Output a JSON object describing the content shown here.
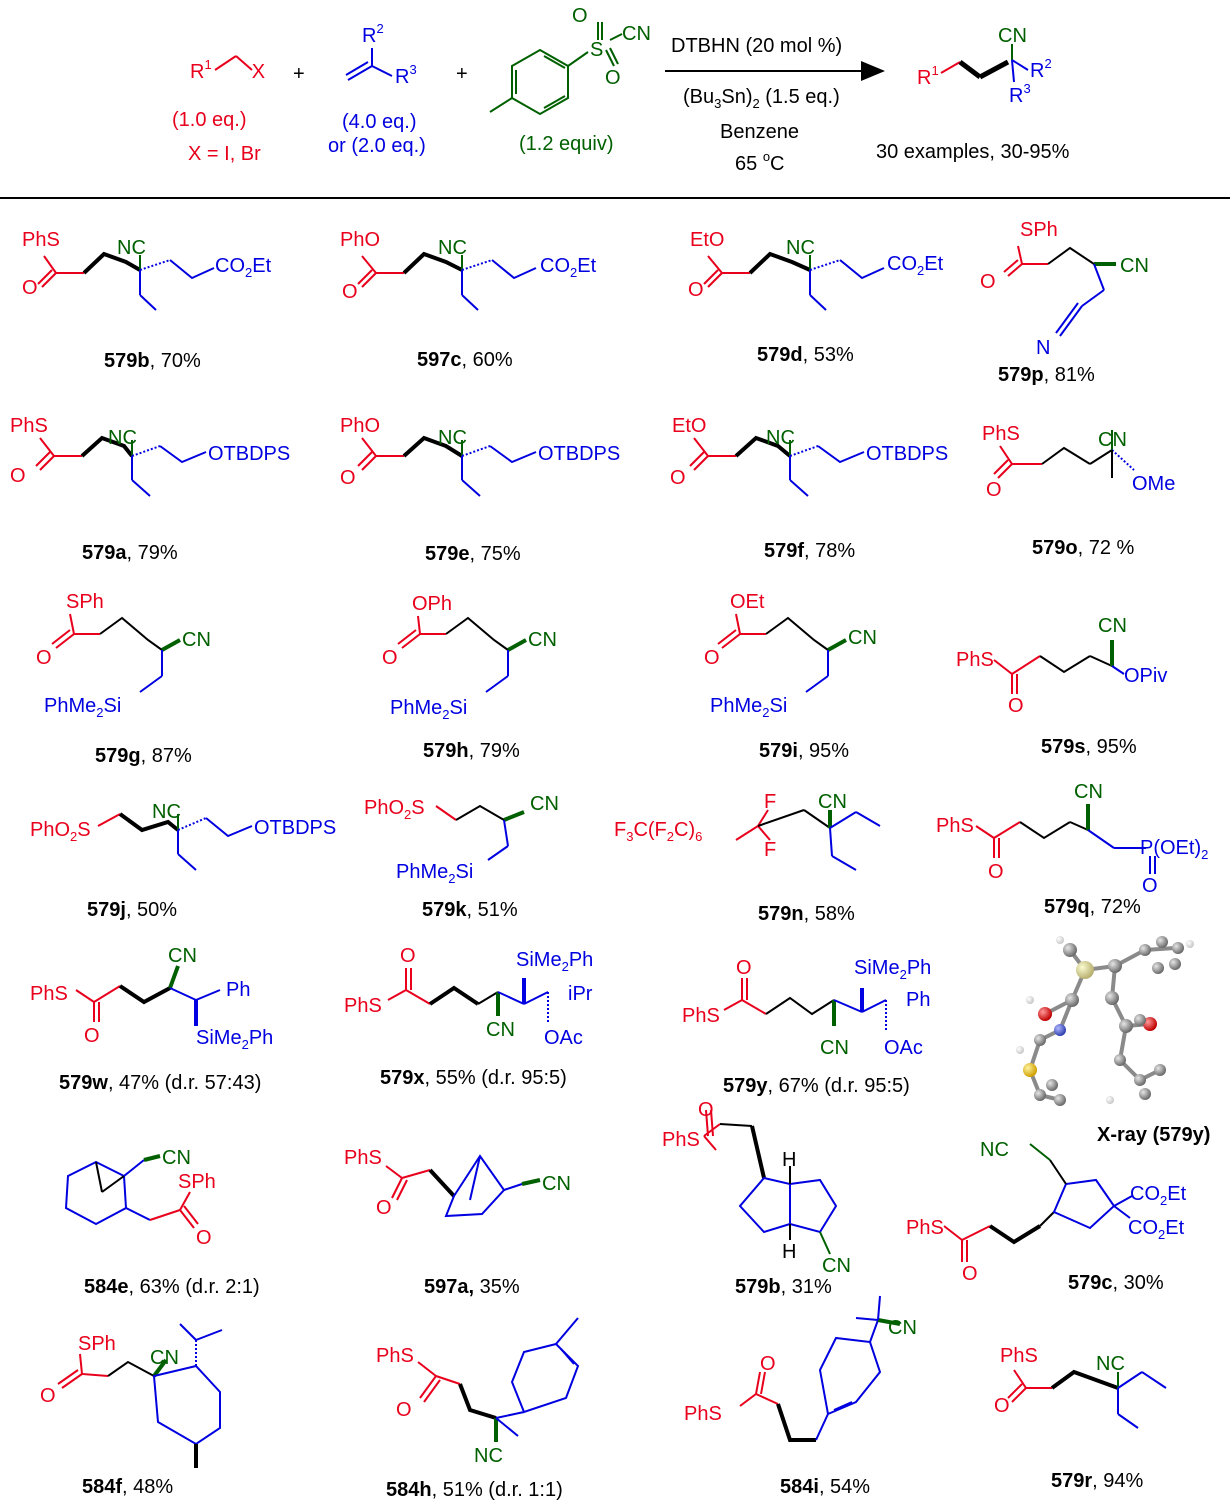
{
  "scheme": {
    "reactant1": {
      "structure": "R1CH2X",
      "eq": "(1.0 eq.)",
      "x": "X = I, Br"
    },
    "plus": "+",
    "reactant2": {
      "structure": "CH2=C(R2)(R3)",
      "eq": "(4.0 eq.)",
      "alt": "or (2.0 eq.)"
    },
    "reactant3": {
      "structure": "p-TolSO2CN",
      "equiv": "(1.2 equiv)"
    },
    "conditions": {
      "initiator": "DTBHN (20 mol %)",
      "tin": "(Bu3Sn)2 (1.5 eq.)",
      "solvent": "Benzene",
      "temperature": "65 oC"
    },
    "product": {
      "structure": "R1CH2CH2C(CN)(R2)(R3)",
      "summary": "30 examples, 30-95%"
    }
  },
  "colors": {
    "red": "#e8001c",
    "blue": "#0000e0",
    "green": "#006000",
    "black": "#000000"
  },
  "compounds": [
    {
      "id": "579b",
      "yield": ", 70%"
    },
    {
      "id": "597c",
      "yield": ", 60%"
    },
    {
      "id": "579d",
      "yield": ", 53%"
    },
    {
      "id": "579p",
      "yield": ", 81%"
    },
    {
      "id": "579a",
      "yield": ", 79%"
    },
    {
      "id": "579e",
      "yield": ", 75%"
    },
    {
      "id": "579f",
      "yield": ", 78%"
    },
    {
      "id": "579o",
      "yield": ", 72 %"
    },
    {
      "id": "579g",
      "yield": ", 87%"
    },
    {
      "id": "579h",
      "yield": ", 79%"
    },
    {
      "id": "579i",
      "yield": ", 95%"
    },
    {
      "id": "579s",
      "yield": ", 95%"
    },
    {
      "id": "579j",
      "yield": ", 50%"
    },
    {
      "id": "579k",
      "yield": ", 51%"
    },
    {
      "id": "579n",
      "yield": ", 58%"
    },
    {
      "id": "579q",
      "yield": ", 72%"
    },
    {
      "id": "579w",
      "yield": ", 47% (d.r. 57:43)"
    },
    {
      "id": "579x",
      "yield": ", 55% (d.r. 95:5)"
    },
    {
      "id": "579y",
      "yield": ", 67% (d.r. 95:5)"
    },
    {
      "id": "584e",
      "yield": ", 63% (d.r. 2:1)"
    },
    {
      "id": "597a,",
      "yield": " 35%"
    },
    {
      "id": "579b",
      "yield": ", 31%"
    },
    {
      "id": "579c",
      "yield": ", 30%"
    },
    {
      "id": "584f",
      "yield": ", 48%"
    },
    {
      "id": "584h",
      "yield": ", 51% (d.r. 1:1)"
    },
    {
      "id": "584i",
      "yield": ", 54%"
    },
    {
      "id": "579r",
      "yield": ", 94%"
    }
  ],
  "xray": {
    "caption": "X-ray (579y)"
  }
}
